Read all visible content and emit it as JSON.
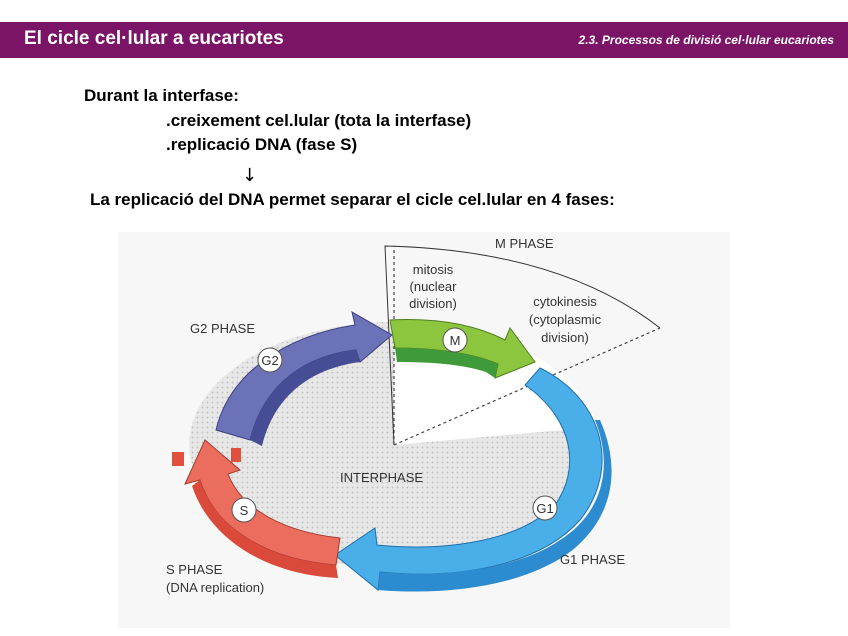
{
  "header": {
    "title": "El cicle cel·lular a eucariotes",
    "subtitle": "2.3. Processos de divisió cel·lular eucariotes"
  },
  "text": {
    "line1": "Durant la interfase:",
    "line2": ".creixement cel.lular (tota la interfase)",
    "line3": ".replicació DNA (fase S)",
    "arrow": "↓",
    "line4": "La replicació del DNA permet separar el cicle cel.lular en 4 fases:"
  },
  "diagram": {
    "m_phase": "M PHASE",
    "mitosis": [
      "mitosis",
      "(nuclear",
      "division)"
    ],
    "cytokinesis": [
      "cytokinesis",
      "(cytoplasmic",
      "division)"
    ],
    "m_badge": "M",
    "g2_phase": "G2 PHASE",
    "g2_badge": "G2",
    "interphase": "INTERPHASE",
    "s_badge": "S",
    "s_phase": [
      "S PHASE",
      "(DNA replication)"
    ],
    "g1_badge": "G1",
    "g1_phase": "G1 PHASE",
    "colors": {
      "header": "#7b1466",
      "m": "#8cc63f",
      "g1": "#4aaee8",
      "g2": "#6b72b8",
      "s": "#ea6d5e"
    }
  }
}
